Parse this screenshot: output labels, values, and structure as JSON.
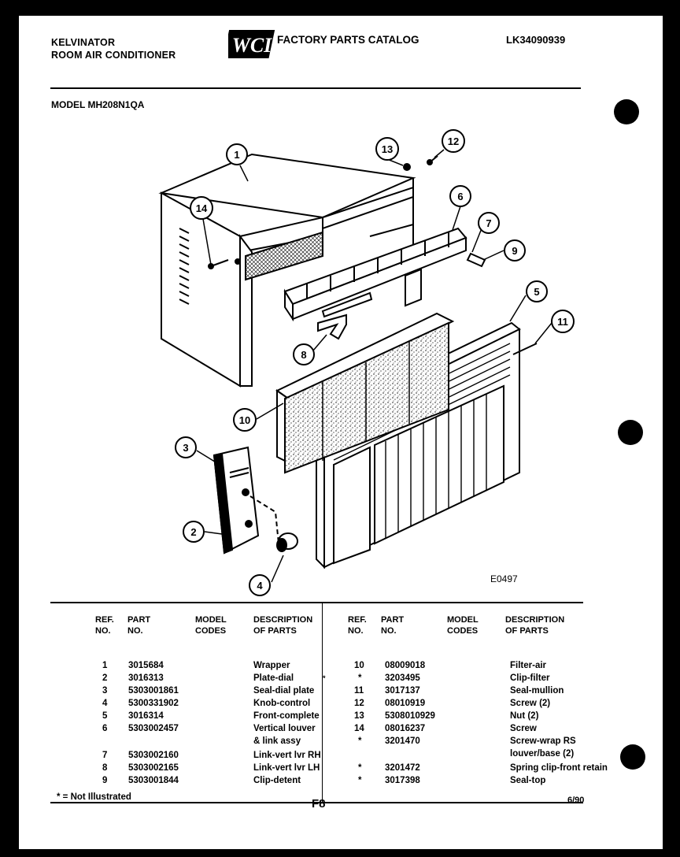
{
  "header": {
    "brand_line1": "KELVINATOR",
    "brand_line2": "ROOM AIR CONDITIONER",
    "logo_text": "WCI",
    "catalog_title": "FACTORY PARTS CATALOG",
    "catalog_number": "LK34090939",
    "model_label": "MODEL MH208N1QA"
  },
  "diagram": {
    "code": "E0497",
    "callouts": [
      "1",
      "2",
      "3",
      "4",
      "5",
      "6",
      "7",
      "8",
      "9",
      "10",
      "11",
      "12",
      "13",
      "14"
    ]
  },
  "table": {
    "headers": {
      "ref": [
        "REF.",
        "NO."
      ],
      "part": [
        "PART",
        "NO."
      ],
      "model": [
        "MODEL",
        "CODES"
      ],
      "desc": [
        "DESCRIPTION",
        "OF PARTS"
      ]
    },
    "left": [
      {
        "ref": "1",
        "part": "3015684",
        "desc": "Wrapper"
      },
      {
        "ref": "2",
        "part": "3016313",
        "desc": "Plate-dial",
        "mark": "*"
      },
      {
        "ref": "3",
        "part": "5303001861",
        "desc": "Seal-dial plate"
      },
      {
        "ref": "4",
        "part": "5300331902",
        "desc": "Knob-control"
      },
      {
        "ref": "5",
        "part": "3016314",
        "desc": "Front-complete"
      },
      {
        "ref": "6",
        "part": "5303002457",
        "desc": "Vertical louver"
      },
      {
        "ref": "",
        "part": "",
        "desc": "& link assy"
      },
      {
        "ref": "7",
        "part": "5303002160",
        "desc": "Link-vert lvr RH"
      },
      {
        "ref": "8",
        "part": "5303002165",
        "desc": "Link-vert lvr LH"
      },
      {
        "ref": "9",
        "part": "5303001844",
        "desc": "Clip-detent"
      }
    ],
    "right": [
      {
        "ref": "10",
        "part": "08009018",
        "desc": "Filter-air"
      },
      {
        "ref": "*",
        "part": "3203495",
        "desc": "Clip-filter"
      },
      {
        "ref": "11",
        "part": "3017137",
        "desc": "Seal-mullion"
      },
      {
        "ref": "12",
        "part": "08010919",
        "desc": "Screw (2)"
      },
      {
        "ref": "13",
        "part": "5308010929",
        "desc": "Nut (2)"
      },
      {
        "ref": "14",
        "part": "08016237",
        "desc": "Screw"
      },
      {
        "ref": "*",
        "part": "3201470",
        "desc": "Screw-wrap RS"
      },
      {
        "ref": "",
        "part": "",
        "desc": "louver/base (2)"
      },
      {
        "ref": "*",
        "part": "3201472",
        "desc": "Spring clip-front retain"
      },
      {
        "ref": "*",
        "part": "3017398",
        "desc": "Seal-top"
      }
    ]
  },
  "footer": {
    "footnote": "* = Not Illustrated",
    "page_code": "F8",
    "date": "6/90"
  }
}
